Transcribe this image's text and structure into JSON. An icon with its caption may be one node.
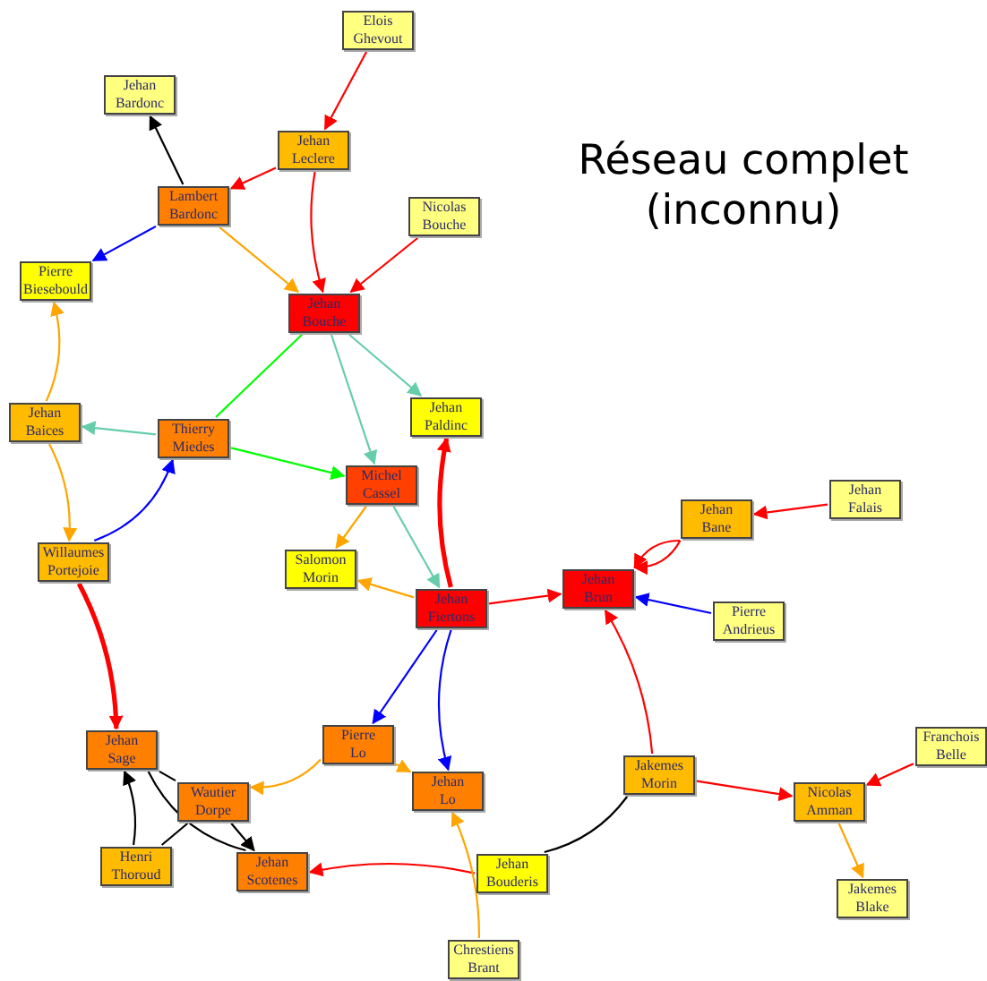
{
  "diagram": {
    "title": "Réseau complet (inconnu)",
    "nodes": [
      {
        "text": [
          "Elois Ghevout"
        ]
      },
      {
        "text": [
          "Jehan Bardonc"
        ]
      },
      {
        "text": [
          "Jehan Leclere"
        ]
      },
      {
        "text": [
          "Lambert Bardonc"
        ]
      },
      {
        "text": [
          "Nicolas Bouche"
        ]
      },
      {
        "text": [
          "Pierre Biesebould"
        ]
      },
      {
        "text": [
          "Jehan Bouche"
        ]
      },
      {
        "text": [
          "Jehan Baices"
        ]
      },
      {
        "text": [
          "Thierry Miedes"
        ]
      },
      {
        "text": [
          "Jehan Paldinc"
        ]
      },
      {
        "text": [
          "Michel Cassel"
        ]
      },
      {
        "text": [
          "Willaumes Portejoie"
        ]
      },
      {
        "text": [
          "Salomon Morin"
        ]
      },
      {
        "text": [
          "Jehan Fiertons"
        ]
      },
      {
        "text": [
          "Jehan Bane"
        ]
      },
      {
        "text": [
          "Jehan Falais"
        ]
      },
      {
        "text": [
          "Jehan Brun"
        ]
      },
      {
        "text": [
          "Pierre Andrieus"
        ]
      },
      {
        "text": [
          "Jehan Sage"
        ]
      },
      {
        "text": [
          "Pierre Lo"
        ]
      },
      {
        "text": [
          "Wautier Dorpe"
        ]
      },
      {
        "text": [
          "Jehan Lo"
        ]
      },
      {
        "text": [
          "Jakemes Morin"
        ]
      },
      {
        "text": [
          "Franchois Belle"
        ]
      },
      {
        "text": [
          "Nicolas Amman"
        ]
      },
      {
        "text": [
          "Henri Thoroud"
        ]
      },
      {
        "text": [
          "Jehan Scotenes"
        ]
      },
      {
        "text": [
          "Jehan Bouderis"
        ]
      },
      {
        "text": [
          "Jakemes Blake"
        ]
      },
      {
        "text": [
          "Chrestiens Brant"
        ]
      }
    ],
    "edges": [
      {
        "from": 0,
        "to": 2,
        "arrow": "to"
      },
      {
        "from": 2,
        "to": 3,
        "arrow": "to"
      },
      {
        "from": 2,
        "to": 6,
        "arrow": "to"
      },
      {
        "from": 3,
        "to": 1,
        "arrow": "to",
        "color": "#000000"
      },
      {
        "from": 3,
        "to": 5,
        "arrow": "to",
        "color": "#0000ff"
      },
      {
        "from": 3,
        "to": 6,
        "arrow": "to",
        "color": "#ffa500"
      },
      {
        "from": 4,
        "to": 6,
        "arrow": "to"
      },
      {
        "from": 8,
        "to": 6,
        "arrow": "none",
        "color": "#00ff00"
      },
      {
        "from": 6,
        "to": 9,
        "arrow": "to",
        "color": "#66cdaa"
      },
      {
        "from": 6,
        "to": 10,
        "arrow": "to",
        "color": "#66cdaa"
      },
      {
        "from": 8,
        "to": 7,
        "arrow": "to",
        "color": "#66cdaa"
      },
      {
        "from": 8,
        "to": 10,
        "arrow": "to",
        "color": "#00ff00"
      },
      {
        "from": 7,
        "to": 5,
        "arrow": "to",
        "color": "#ffa500"
      },
      {
        "from": 7,
        "to": 11,
        "arrow": "to",
        "color": "#ffa500"
      },
      {
        "from": 11,
        "to": 8,
        "arrow": "to",
        "color": "#0000ff"
      },
      {
        "from": 11,
        "to": 18,
        "arrow": "to",
        "style": "thick"
      },
      {
        "from": 10,
        "to": 12,
        "arrow": "to",
        "color": "#ffa500"
      },
      {
        "from": 10,
        "to": 13,
        "arrow": "to",
        "color": "#66cdaa"
      },
      {
        "from": 13,
        "to": 9,
        "arrow": "to",
        "style": "thick"
      },
      {
        "from": 13,
        "to": 12,
        "arrow": "to",
        "color": "#ffa500"
      },
      {
        "from": 13,
        "to": 16,
        "arrow": "to"
      },
      {
        "from": 13,
        "to": 19,
        "arrow": "to",
        "color": "#0000ff"
      },
      {
        "from": 13,
        "to": 21,
        "arrow": "to",
        "color": "#0000ff"
      },
      {
        "from": 14,
        "to": 16,
        "arrow": "to"
      },
      {
        "from": 14,
        "to": 16,
        "arrow": "to"
      },
      {
        "from": 15,
        "to": 14,
        "arrow": "to"
      },
      {
        "from": 17,
        "to": 16,
        "arrow": "to",
        "color": "#0000ff"
      },
      {
        "from": 22,
        "to": 16,
        "arrow": "to"
      },
      {
        "from": 22,
        "to": 24,
        "arrow": "to"
      },
      {
        "from": 23,
        "to": 24,
        "arrow": "to"
      },
      {
        "from": 24,
        "to": 28,
        "arrow": "to",
        "color": "#ffa500"
      },
      {
        "from": 27,
        "to": 22,
        "arrow": "none",
        "color": "#000000"
      },
      {
        "from": 27,
        "to": 26,
        "arrow": "to"
      },
      {
        "from": 29,
        "to": 21,
        "arrow": "to",
        "color": "#ffa500"
      },
      {
        "from": 19,
        "to": 20,
        "arrow": "to",
        "color": "#ffa500"
      },
      {
        "from": 19,
        "to": 21,
        "arrow": "to",
        "color": "#ffa500"
      },
      {
        "from": 25,
        "to": 18,
        "arrow": "to",
        "color": "#000000"
      },
      {
        "from": 25,
        "to": 20,
        "arrow": "none",
        "color": "#000000"
      },
      {
        "from": 18,
        "to": 20,
        "arrow": "none",
        "color": "#000000"
      },
      {
        "from": 18,
        "to": 26,
        "arrow": "none",
        "color": "#000000"
      },
      {
        "from": 20,
        "to": 26,
        "arrow": "to",
        "color": "#000000"
      }
    ]
  }
}
